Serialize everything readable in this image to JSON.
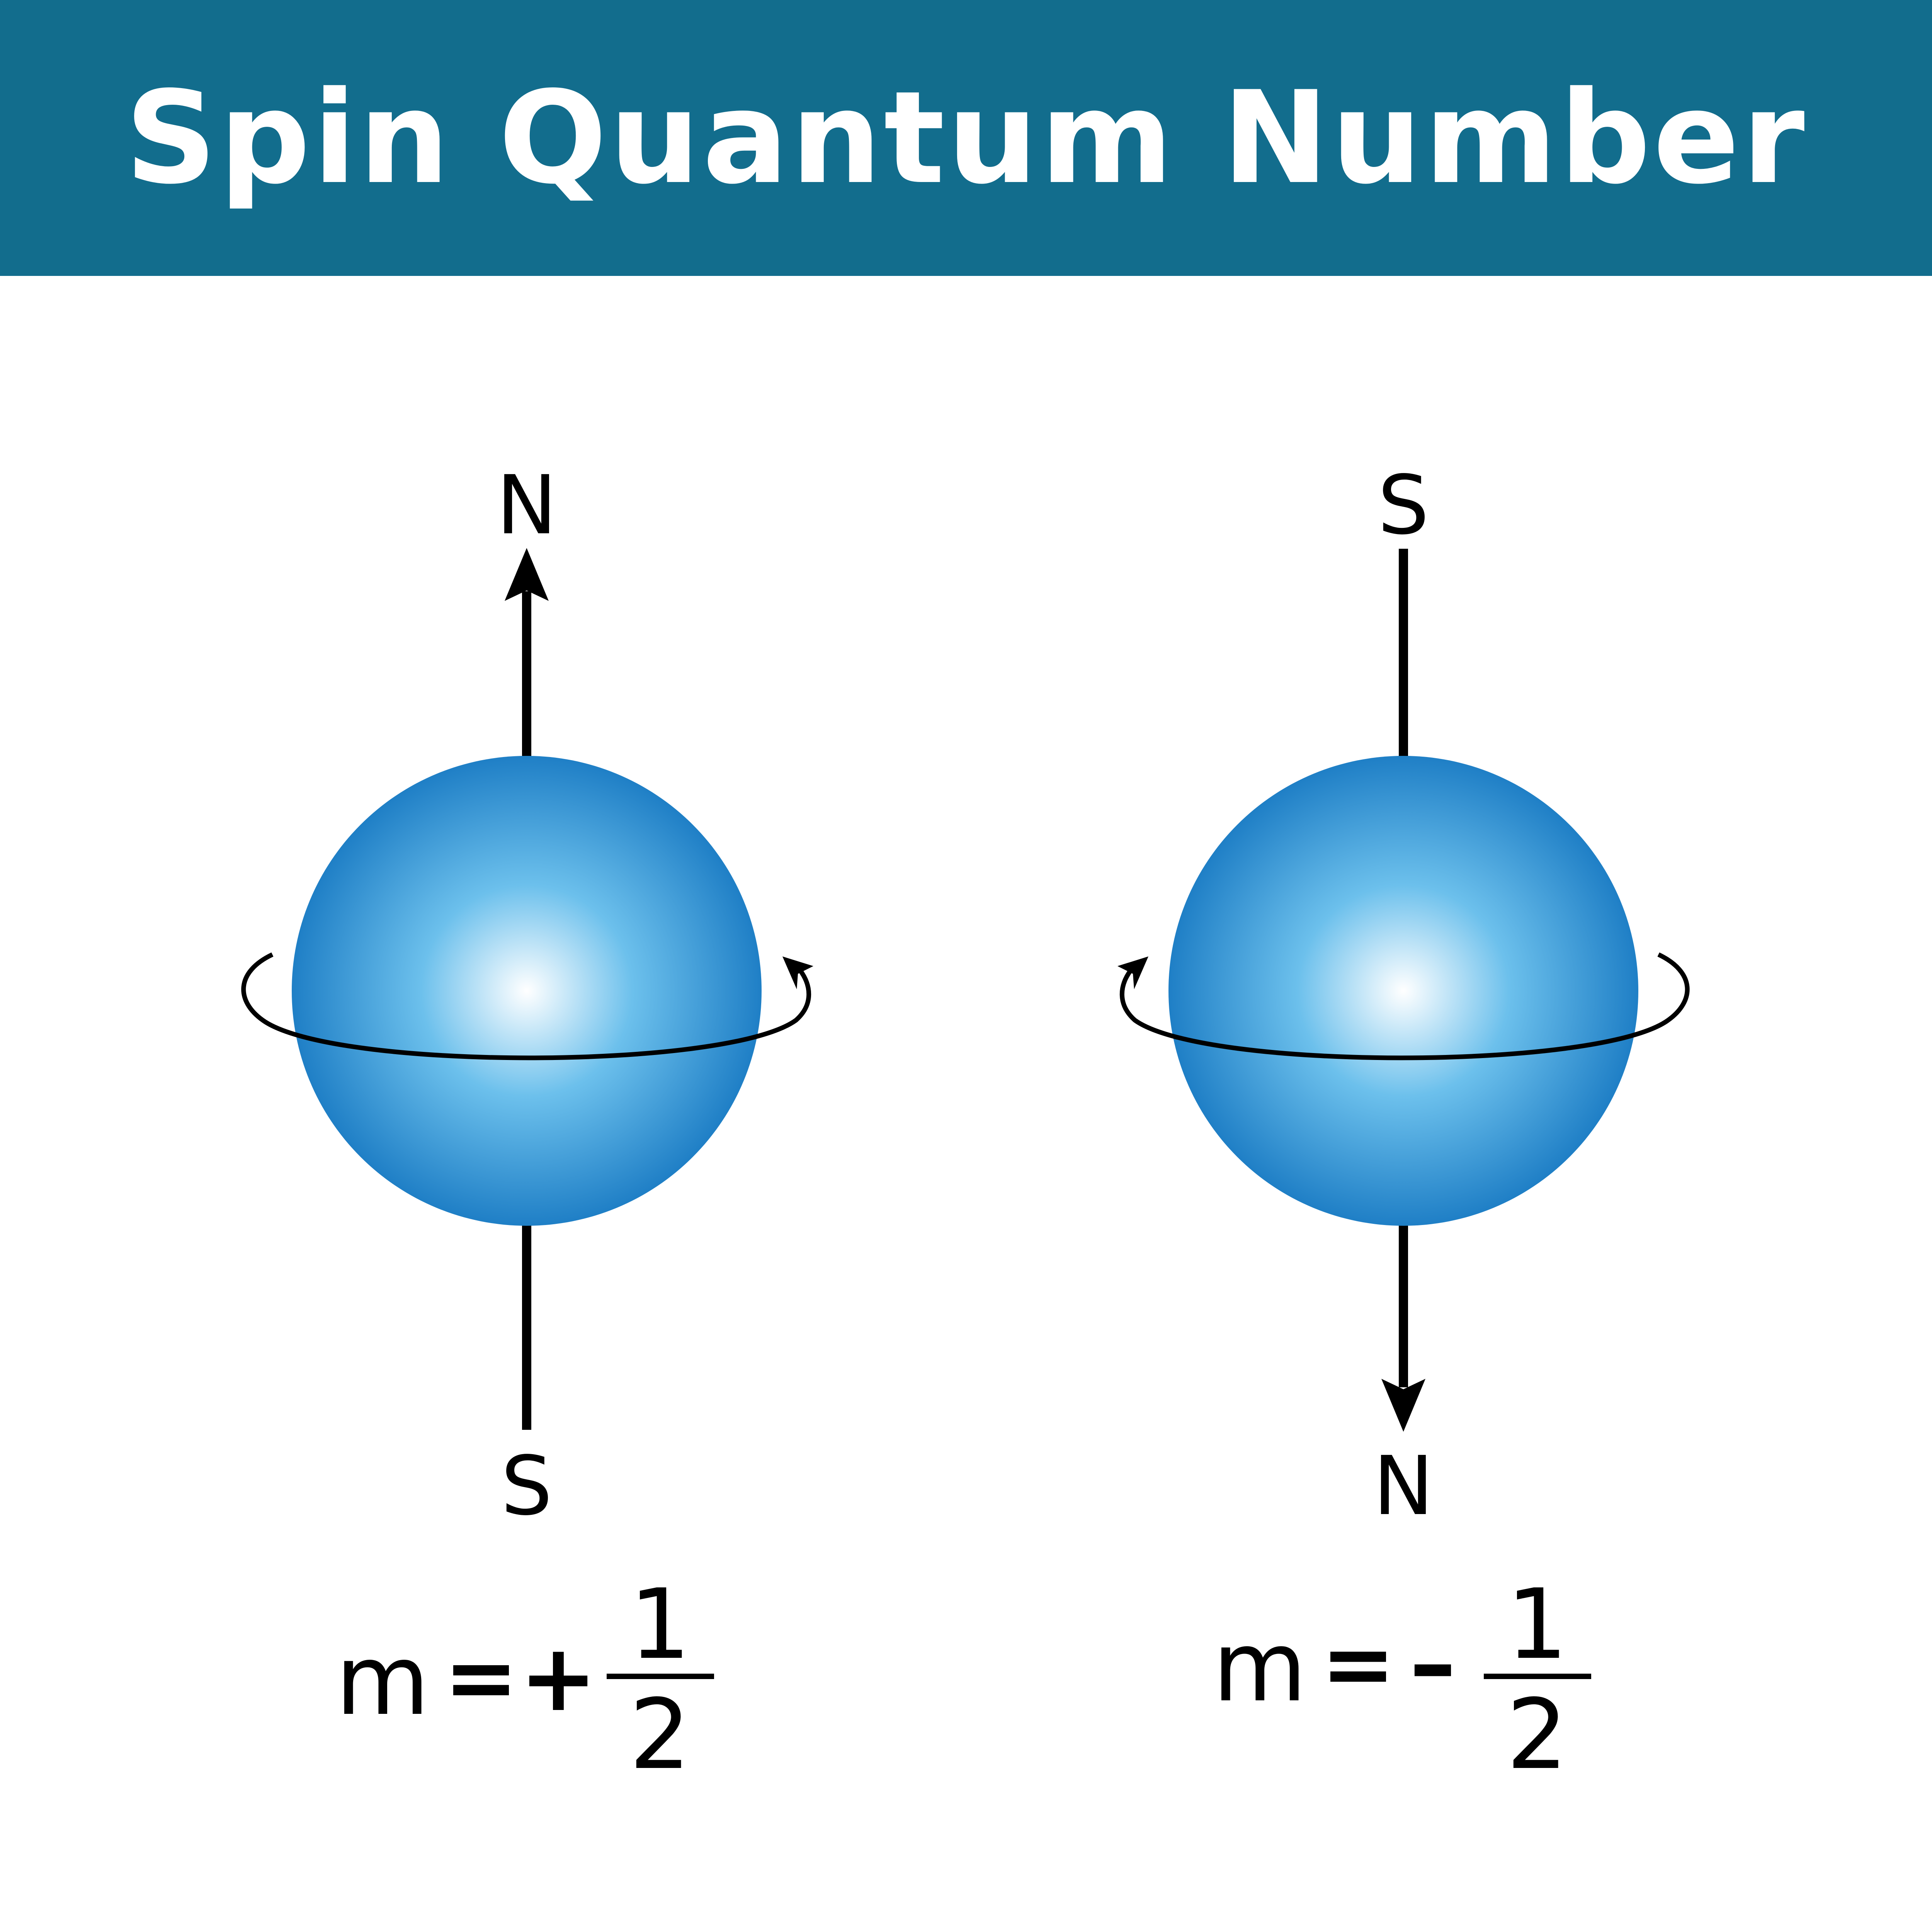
{
  "title": "Spin Quantum Number",
  "colors": {
    "header_bg": "#126d8d",
    "title_text": "#ffffff",
    "sphere_center": "#ffffff",
    "sphere_mid": "#6cc0ec",
    "sphere_edge": "#1f7fc6",
    "ink": "#000000"
  },
  "spin_up": {
    "top_pole": "N",
    "bottom_pole": "S",
    "equation_lhs": "m",
    "equals": "=",
    "sign": "+",
    "numerator": "1",
    "denominator": "2"
  },
  "spin_down": {
    "top_pole": "S",
    "bottom_pole": "N",
    "equation_lhs": "m",
    "equals": "=",
    "sign": "–",
    "numerator": "1",
    "denominator": "2"
  }
}
